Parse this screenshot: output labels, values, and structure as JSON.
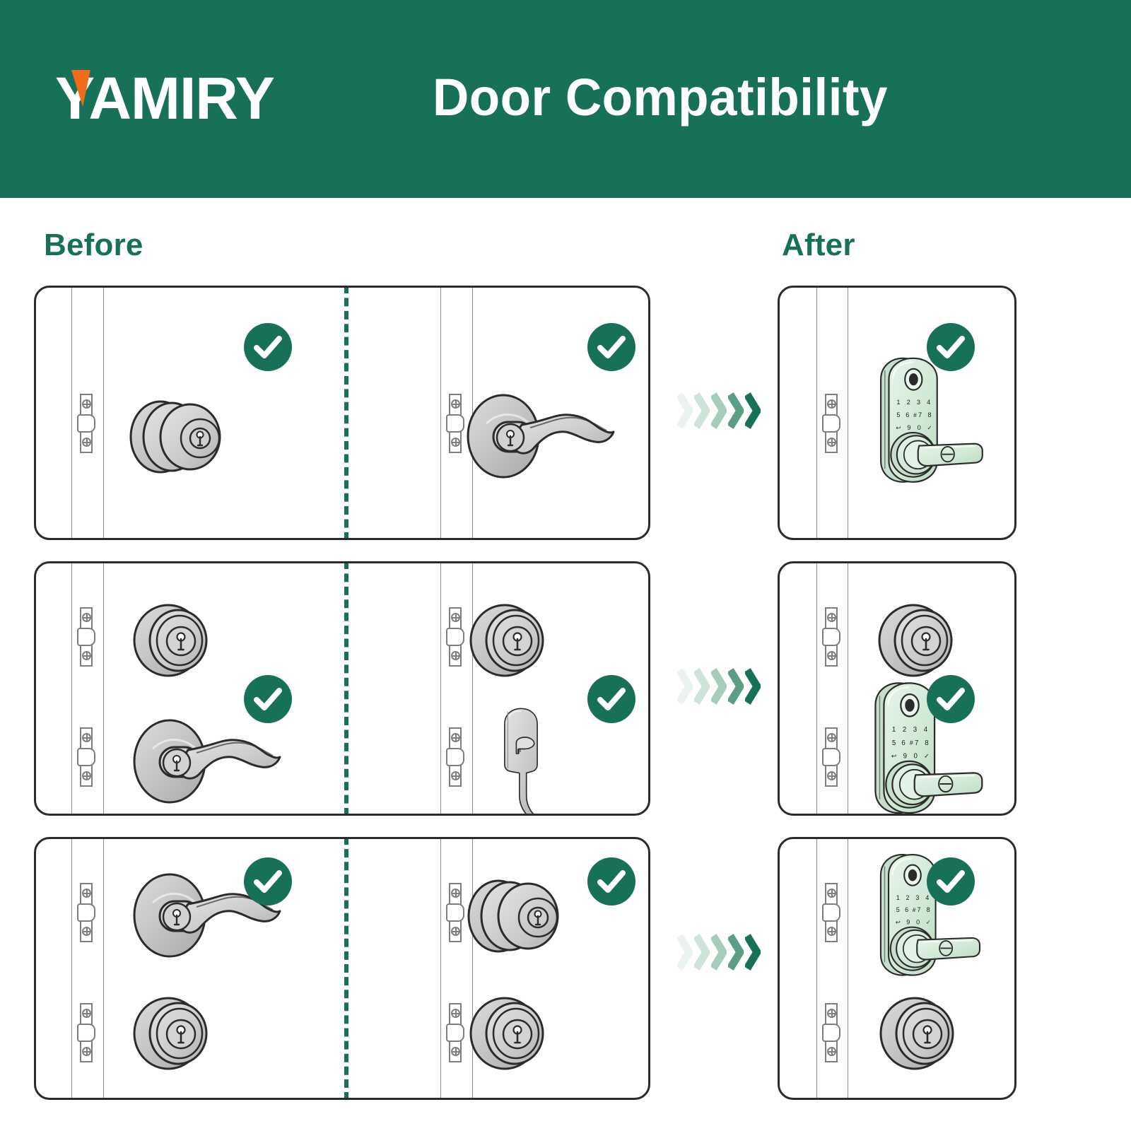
{
  "header": {
    "brand_name": "YAMIRY",
    "brand_accent_icon": "orange-wedge-icon",
    "title": "Door Compatibility",
    "background_color": "#177159",
    "text_color": "#ffffff",
    "accent_color": "#ef6c1a"
  },
  "sections": {
    "before_label": "Before",
    "after_label": "After",
    "label_color": "#177159"
  },
  "colors": {
    "brand_green": "#177159",
    "panel_outline": "#2b2b2b",
    "hardware_grey": "#c9c9c9",
    "smartlock_green": "#d6ecd8",
    "divider_green": "#177159",
    "accent_orange": "#ef6c1a"
  },
  "smart_lock": {
    "name": "smart-lock-keypad",
    "fingerprint_reader": "fingerprint-oval-icon",
    "thumbturn_glyph": "Θ",
    "keypad_rows": [
      [
        "1",
        "2",
        "3",
        "4"
      ],
      [
        "5",
        "6",
        "#",
        "7",
        "8"
      ],
      [
        "←",
        "9",
        "0",
        "✓"
      ]
    ]
  },
  "arrows": {
    "name": "transition-arrows",
    "chevron_count": 5,
    "chevron_colors": [
      "#eaf3ee",
      "#cfe3d8",
      "#a6ccbb",
      "#5c9e84",
      "#177159"
    ]
  },
  "rows": [
    {
      "id": "row-1",
      "before": [
        {
          "id": "knob-door",
          "hardware": [
            "door-knob"
          ],
          "status": "compatible",
          "check": "check-icon"
        },
        {
          "id": "lever-door",
          "hardware": [
            "lever-handle"
          ],
          "status": "compatible",
          "check": "check-icon"
        }
      ],
      "after": {
        "id": "smart-lock-door",
        "hardware": [
          "smart-lock-keypad"
        ],
        "status": "compatible",
        "check": "check-icon"
      }
    },
    {
      "id": "row-2",
      "before": [
        {
          "id": "deadbolt-lever-door",
          "hardware": [
            "deadbolt",
            "lever-handle"
          ],
          "status": "compatible",
          "check": "check-icon"
        },
        {
          "id": "deadbolt-handleset-door",
          "hardware": [
            "deadbolt",
            "handleset-escutcheon"
          ],
          "status": "compatible",
          "check": "check-icon"
        }
      ],
      "after": {
        "id": "smart-lock-deadbolt-door",
        "hardware": [
          "deadbolt",
          "smart-lock-keypad"
        ],
        "status": "compatible",
        "check": "check-icon"
      }
    },
    {
      "id": "row-3",
      "before": [
        {
          "id": "lever-deadbolt-door",
          "hardware": [
            "lever-handle",
            "deadbolt"
          ],
          "status": "compatible",
          "check": "check-icon"
        },
        {
          "id": "knob-deadbolt-door",
          "hardware": [
            "door-knob",
            "deadbolt"
          ],
          "status": "compatible",
          "check": "check-icon"
        }
      ],
      "after": {
        "id": "smart-lock-knob-door",
        "hardware": [
          "smart-lock-keypad",
          "deadbolt"
        ],
        "status": "compatible",
        "check": "check-icon"
      }
    }
  ]
}
